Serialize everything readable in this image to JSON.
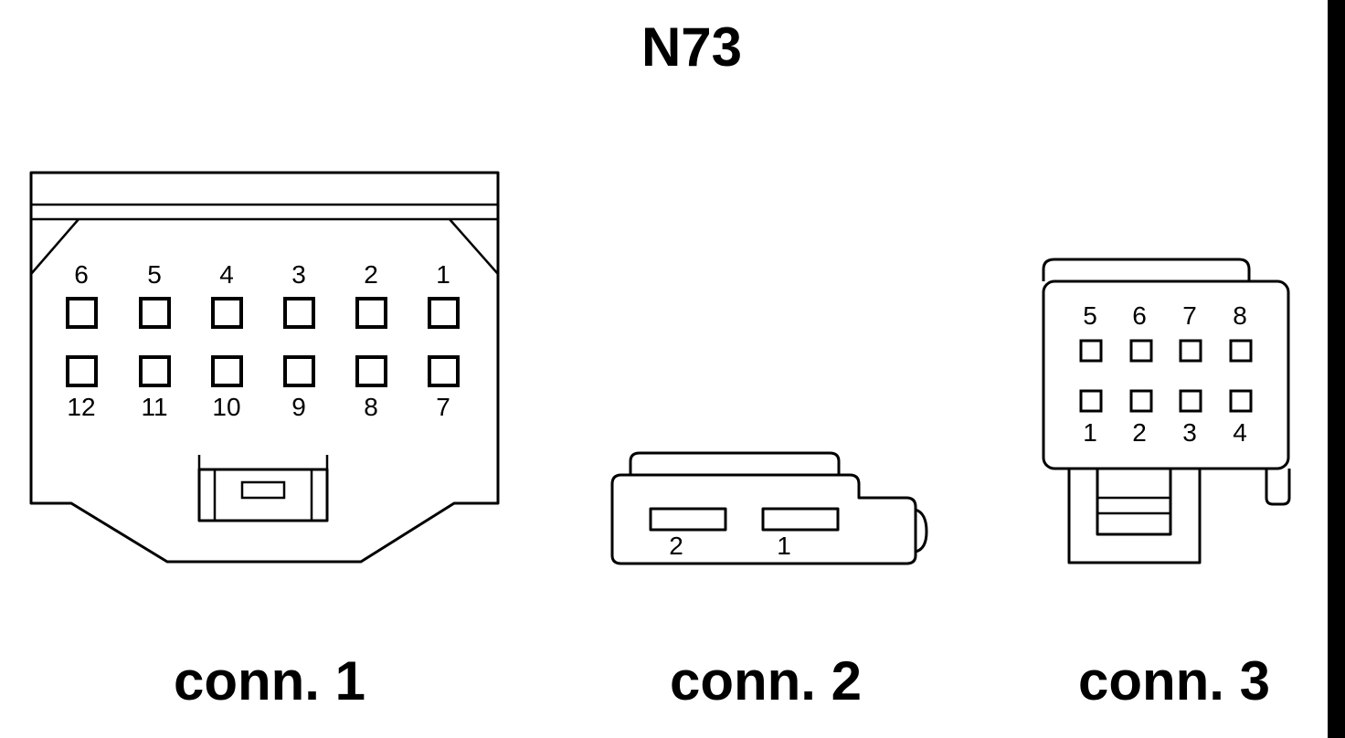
{
  "title": "N73",
  "connectors": [
    {
      "caption": "conn. 1",
      "top_row_pins": [
        "6",
        "5",
        "4",
        "3",
        "2",
        "1"
      ],
      "bottom_row_pins": [
        "12",
        "11",
        "10",
        "9",
        "8",
        "7"
      ]
    },
    {
      "caption": "conn. 2",
      "pins": [
        "2",
        "1"
      ]
    },
    {
      "caption": "conn. 3",
      "top_row_pins": [
        "5",
        "6",
        "7",
        "8"
      ],
      "bottom_row_pins": [
        "1",
        "2",
        "3",
        "4"
      ]
    }
  ],
  "colors": {
    "line": "#000000",
    "background": "#ffffff"
  }
}
